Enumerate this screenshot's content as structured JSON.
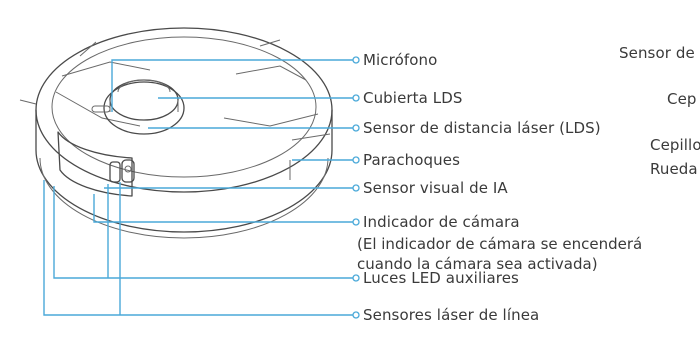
{
  "callouts": [
    {
      "id": "microfono",
      "label": "Micrófono"
    },
    {
      "id": "cubierta",
      "label": "Cubierta LDS"
    },
    {
      "id": "lds",
      "label": "Sensor de distancia láser (LDS)"
    },
    {
      "id": "parachoques",
      "label": "Parachoques"
    },
    {
      "id": "visual",
      "label": "Sensor visual de IA"
    },
    {
      "id": "camara",
      "label": "Indicador de cámara"
    },
    {
      "id": "led",
      "label": "Luces LED auxiliares"
    },
    {
      "id": "laser",
      "label": "Sensores láser de línea"
    }
  ],
  "camera_note": [
    "(El indicador de cámara se encenderá",
    "cuando la cámara sea activada)"
  ],
  "right_column_labels": [
    "Sensor de",
    "Cep",
    "Cepillo",
    "Rueda"
  ],
  "colors": {
    "leader": "#4aa9d9",
    "outline": "#4a4a4a",
    "text": "#3a3a3a"
  }
}
